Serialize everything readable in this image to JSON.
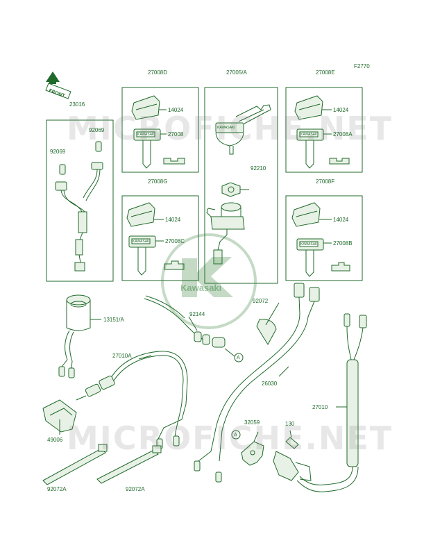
{
  "figure_code": "F2770",
  "front_label": "FRONT",
  "logo": {
    "brand": "Kawasaki"
  },
  "watermark": {
    "text": "MICROFICHE.NET"
  },
  "key_stamp": "KAWASAKI",
  "colors": {
    "line": "#1f6a2a",
    "fill": "#e8f1e6",
    "accent": "#2e7d32",
    "background": "#ffffff"
  },
  "groups": {
    "box_23016": "23016",
    "box_27008D": "27008D",
    "box_27005A": "27005/A",
    "box_27008E": "27008E",
    "box_27008G": "27008G",
    "box_27008F": "27008F"
  },
  "part_labels": {
    "p92069_a": "92069",
    "p92069_b": "92069",
    "p14024_d": "14024",
    "p27008_d": "27008",
    "p92210": "92210",
    "p14024_e": "14024",
    "p27008A": "27008A",
    "p14024_g": "14024",
    "p27008C": "27008C",
    "p14024_f": "14024",
    "p27008B": "27008B",
    "p13151A": "13151/A",
    "p92072": "92072",
    "p92144": "92144",
    "p27010A": "27010A",
    "p26030": "26030",
    "p27010": "27010",
    "p49006": "49006",
    "p32059": "32059",
    "p130": "130",
    "p92072A_a": "92072A",
    "p92072A_b": "92072A"
  },
  "ref_markers": {
    "ref_a1": "A",
    "ref_a2": "A"
  }
}
